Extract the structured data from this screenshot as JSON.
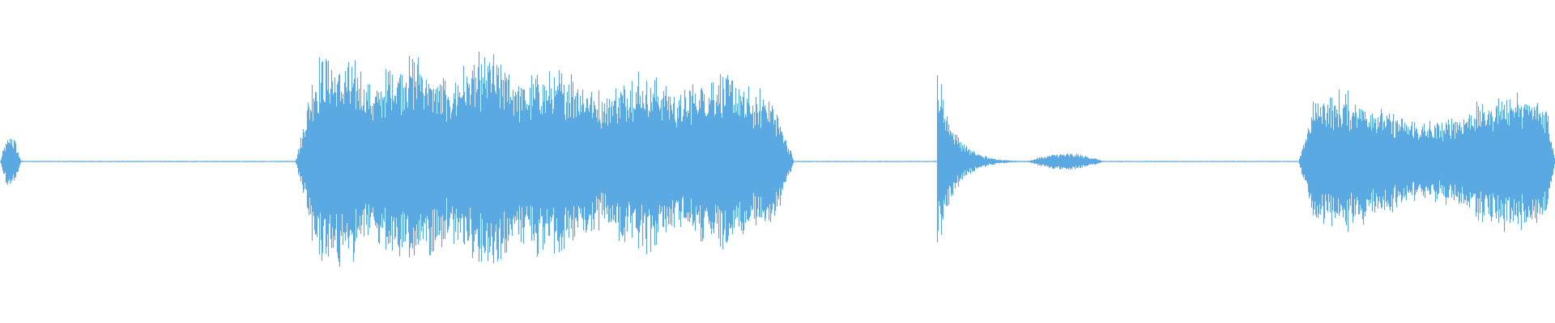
{
  "waveform": {
    "color": "#5aa9e3",
    "background": "#ffffff",
    "segments": [
      {
        "name": "burst-1",
        "start": 0.0,
        "end": 0.016,
        "peak": 0.18,
        "shape": "spike"
      },
      {
        "name": "silence-1",
        "start": 0.016,
        "end": 0.19,
        "peak": 0.004,
        "shape": "flat"
      },
      {
        "name": "phrase-1",
        "start": 0.19,
        "end": 0.51,
        "peak": 0.62,
        "shape": "phrase"
      },
      {
        "name": "silence-2",
        "start": 0.51,
        "end": 0.603,
        "peak": 0.004,
        "shape": "flat"
      },
      {
        "name": "hit-1",
        "start": 0.603,
        "end": 0.7,
        "peak": 0.55,
        "shape": "decay"
      },
      {
        "name": "swell-1",
        "start": 0.66,
        "end": 0.71,
        "peak": 0.05,
        "shape": "swell"
      },
      {
        "name": "silence-3",
        "start": 0.71,
        "end": 0.835,
        "peak": 0.004,
        "shape": "flat"
      },
      {
        "name": "phrase-2",
        "start": 0.835,
        "end": 1.0,
        "peak": 0.42,
        "shape": "phrase2"
      }
    ]
  }
}
